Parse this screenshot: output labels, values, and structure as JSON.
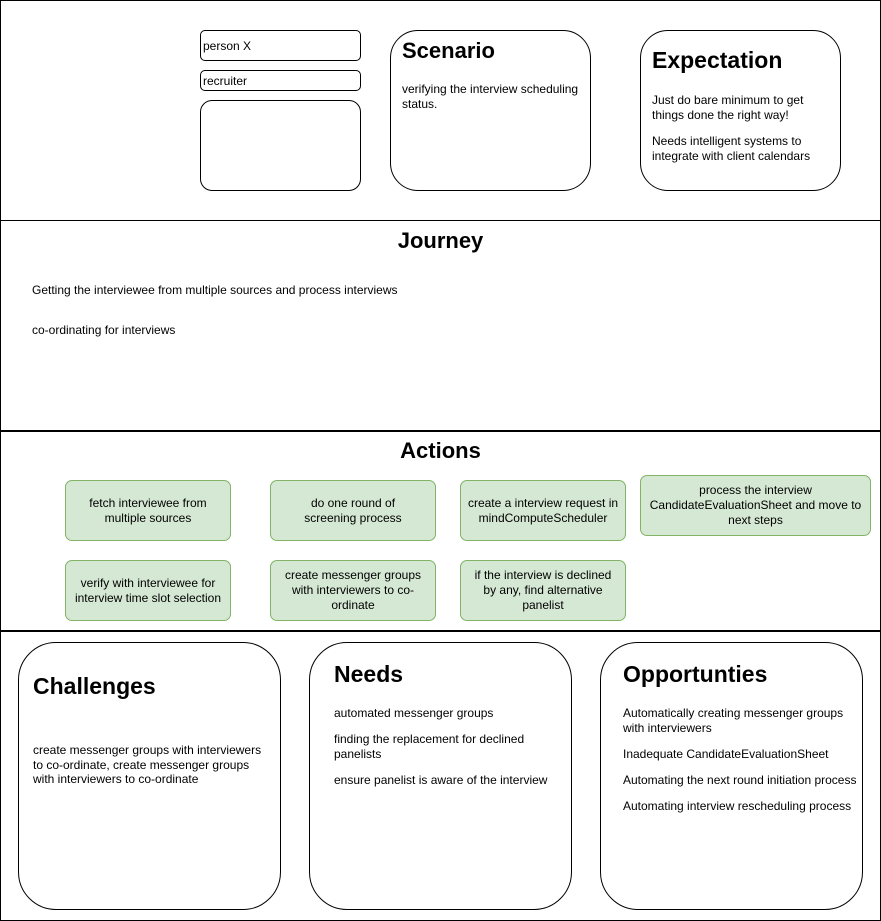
{
  "persona": {
    "name": "person X",
    "role": "recruiter",
    "notes": ""
  },
  "scenario": {
    "title": "Scenario",
    "text": "verifying the interview scheduling status."
  },
  "expectation": {
    "title": "Expectation",
    "items": [
      "Just do bare minimum to get things done the right way!",
      "Needs intelligent systems to integrate with client calendars"
    ]
  },
  "journey": {
    "title": "Journey",
    "items": [
      "Getting the interviewee from multiple sources and process interviews",
      "co-ordinating for interviews"
    ]
  },
  "actions": {
    "title": "Actions",
    "items": [
      "fetch interviewee from multiple sources",
      "do one round of screening process",
      "create a interview request in mindComputeScheduler",
      "process the interview CandidateEvaluationSheet  and move to next steps",
      "verify with interviewee for interview time slot selection",
      "create messenger groups with interviewers to co-ordinate",
      "if the interview is declined by any, find alternative panelist"
    ],
    "fill_color": "#d5e8d4",
    "stroke_color": "#82b366"
  },
  "challenges": {
    "title": "Challenges",
    "text": "create messenger groups with interviewers to co-ordinate, create messenger groups with interviewers to co-ordinate"
  },
  "needs": {
    "title": "Needs",
    "items": [
      "automated messenger groups",
      "finding the replacement for declined panelists",
      "ensure panelist is aware of the interview"
    ]
  },
  "opportunities": {
    "title": "Opportunties",
    "items": [
      "Automatically creating messenger groups with interviewers",
      "Inadequate CandidateEvaluationSheet",
      "Automating the next round initiation process",
      "Automating interview rescheduling process"
    ]
  }
}
